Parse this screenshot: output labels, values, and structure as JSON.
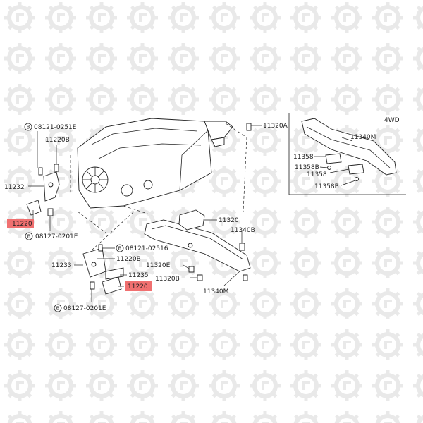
{
  "diagram_labels": {
    "l_08121_0251E": "08121-0251E",
    "l_11220B_a": "11220B",
    "l_11232": "11232",
    "l_11220_a": "11220",
    "l_08127_0201E_a": "08127-0201E",
    "l_11320A": "11320A",
    "l_11320": "11320",
    "l_11340B": "11340B",
    "l_08121_02516": "08121-02516",
    "l_11220B_b": "11220B",
    "l_11233": "11233",
    "l_11320E": "11320E",
    "l_11235": "11235",
    "l_11220_b": "11220",
    "l_11320B": "11320B",
    "l_11340M_main": "11340M",
    "l_08127_0201E_b": "08127-0201E",
    "inset_4wd": "4WD",
    "inset_11340M": "11340M",
    "inset_11358": "11358",
    "inset_11358B_a": "11358B",
    "inset_11358_b": "11358",
    "inset_11358B_b": "11358B",
    "bolt_marker": "B"
  },
  "colors": {
    "highlight": "#f07070",
    "line": "#222222",
    "watermark": "#e9e9e9"
  },
  "watermark_icon": "gear-wrench-icon"
}
